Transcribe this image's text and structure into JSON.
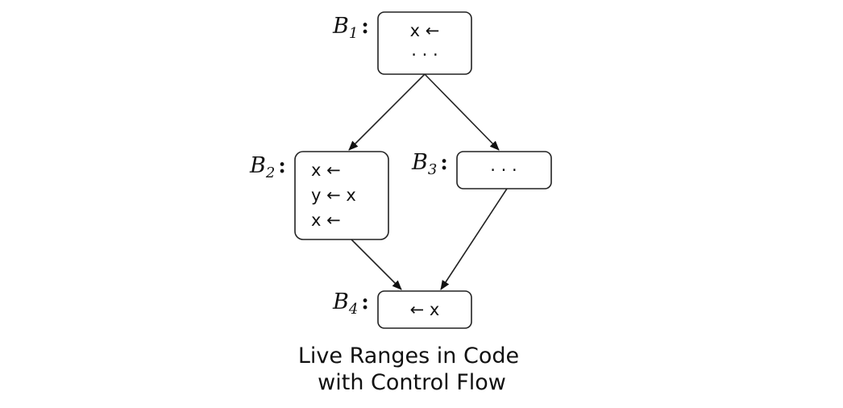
{
  "blocks": {
    "b1": {
      "label": "B",
      "subscript": "1",
      "colon": ":",
      "lines": [
        "x ←",
        "· · ·"
      ]
    },
    "b2": {
      "label": "B",
      "subscript": "2",
      "colon": ":",
      "lines": [
        "x ←",
        "y ← x",
        "x ←"
      ]
    },
    "b3": {
      "label": "B",
      "subscript": "3",
      "colon": ":",
      "lines": [
        "· · ·"
      ]
    },
    "b4": {
      "label": "B",
      "subscript": "4",
      "colon": ":",
      "lines": [
        "← x"
      ]
    }
  },
  "edges": [
    {
      "from": "b1",
      "to": "b2"
    },
    {
      "from": "b1",
      "to": "b3"
    },
    {
      "from": "b2",
      "to": "b4"
    },
    {
      "from": "b3",
      "to": "b4"
    }
  ],
  "caption": {
    "line1": "Live Ranges in Code",
    "line2": "with Control Flow"
  }
}
